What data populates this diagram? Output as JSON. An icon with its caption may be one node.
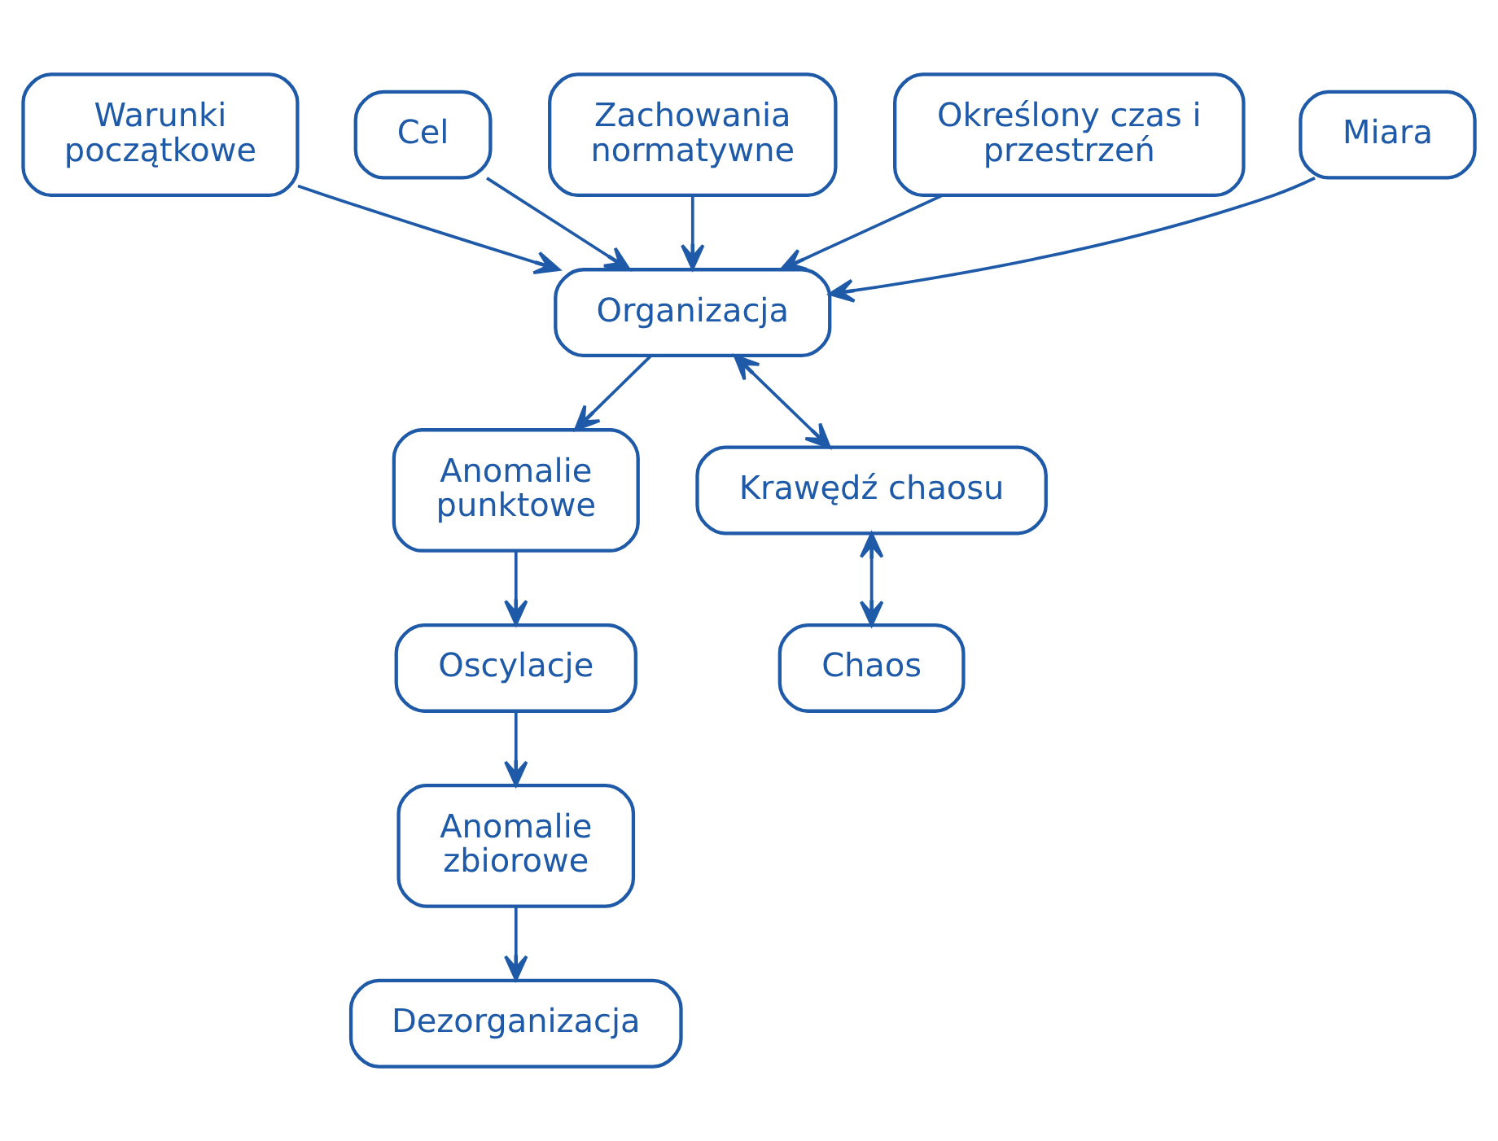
{
  "diagram": {
    "nodes": [
      {
        "text": [
          "Warunki początkowe"
        ]
      },
      {
        "text": [
          "Cel"
        ]
      },
      {
        "text": [
          "Zachowania normatywne"
        ]
      },
      {
        "text": [
          "Określony czas i przestrzeń"
        ]
      },
      {
        "text": [
          "Miara"
        ]
      },
      {
        "text": [
          "Organizacja"
        ]
      },
      {
        "text": [
          "Anomalie punktowe"
        ]
      },
      {
        "text": [
          "Oscylacje"
        ]
      },
      {
        "text": [
          "Anomalie zbiorowe"
        ]
      },
      {
        "text": [
          "Dezorganizacja"
        ]
      },
      {
        "text": [
          "Krawędź chaosu"
        ]
      },
      {
        "text": [
          "Chaos"
        ]
      }
    ],
    "edges": [
      {
        "from": 0,
        "to": 5,
        "arrow": "to"
      },
      {
        "from": 1,
        "to": 5,
        "arrow": "to"
      },
      {
        "from": 2,
        "to": 5,
        "arrow": "to"
      },
      {
        "from": 3,
        "to": 5,
        "arrow": "to"
      },
      {
        "from": 4,
        "to": 5,
        "arrow": "to"
      },
      {
        "from": 5,
        "to": 6,
        "arrow": "to"
      },
      {
        "from": 6,
        "to": 7,
        "arrow": "to"
      },
      {
        "from": 7,
        "to": 8,
        "arrow": "to"
      },
      {
        "from": 8,
        "to": 9,
        "arrow": "to"
      },
      {
        "from": 5,
        "to": 10,
        "arrow": "both"
      },
      {
        "from": 10,
        "to": 11,
        "arrow": "both"
      }
    ]
  }
}
